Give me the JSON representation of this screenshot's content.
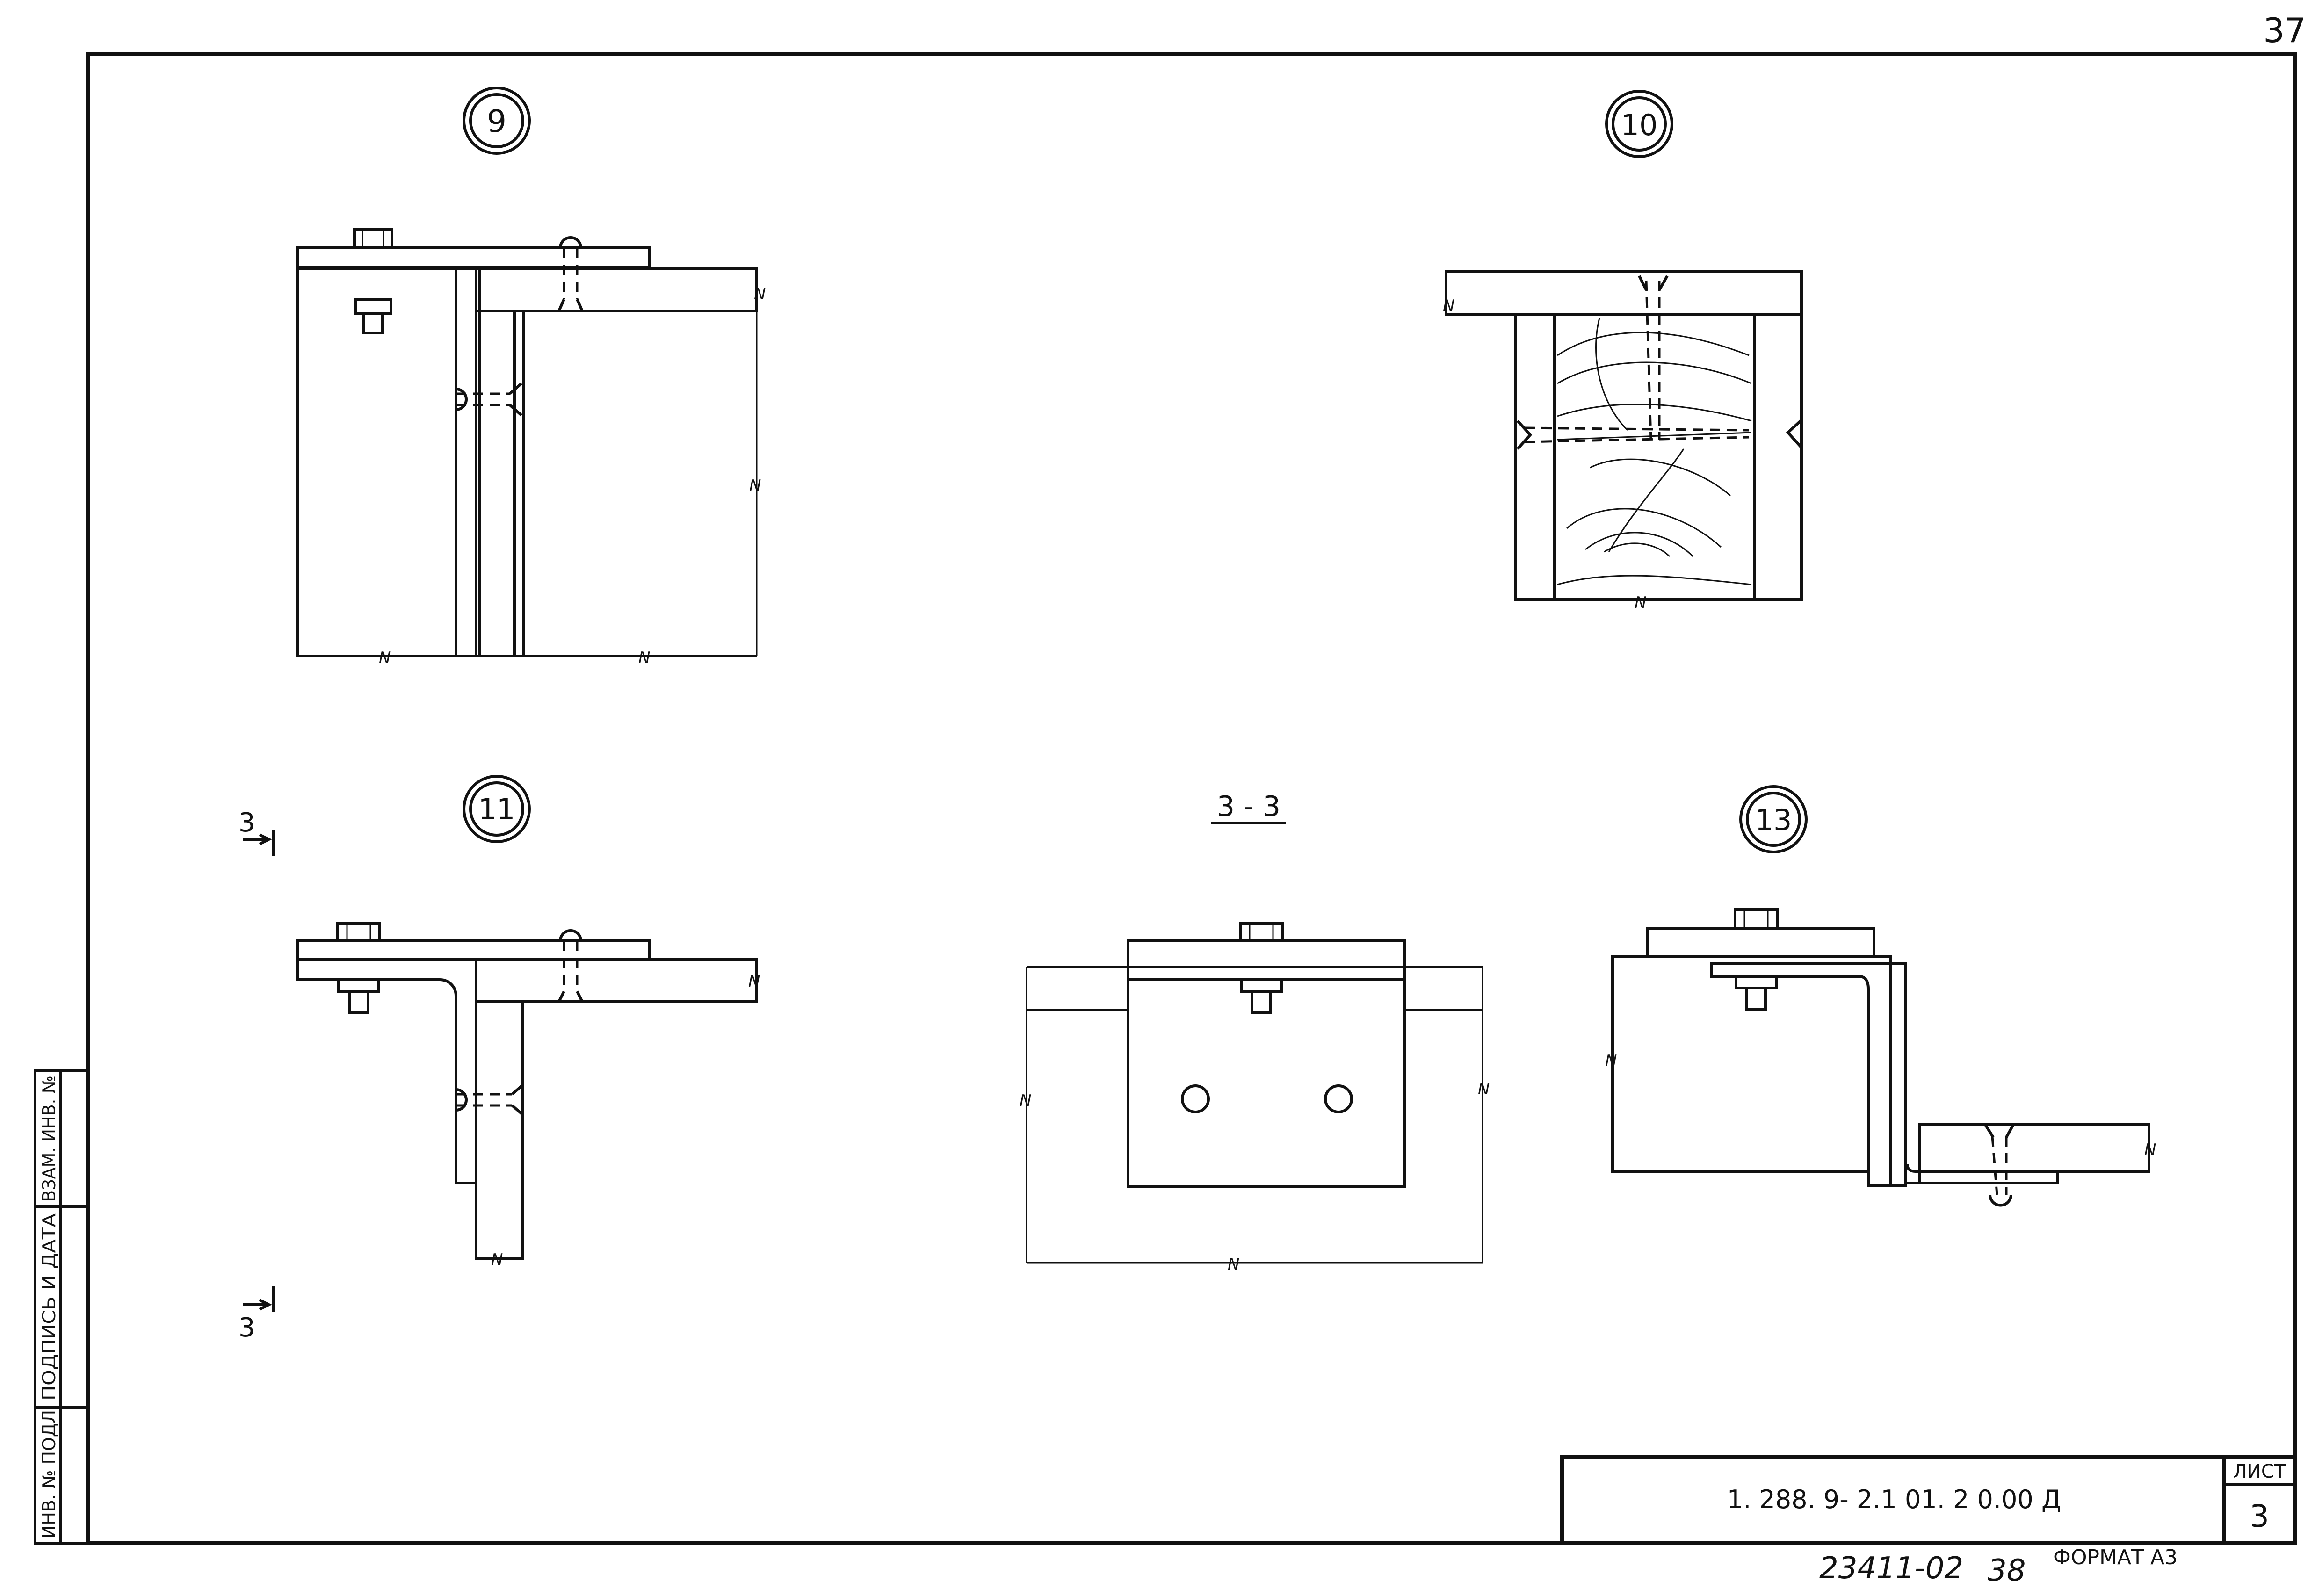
{
  "page_number": "37",
  "details": [
    {
      "id": "detail-9",
      "label": "9"
    },
    {
      "id": "detail-10",
      "label": "10"
    },
    {
      "id": "detail-11",
      "label": "11"
    },
    {
      "id": "detail-13",
      "label": "13"
    }
  ],
  "section": {
    "title": "3 - 3",
    "marker_top": "3",
    "marker_bottom": "3"
  },
  "side_stamp": {
    "col_inv_podl": "ИНВ. № ПОДЛ",
    "col_podpis": "ПОДПИСЬ И ДАТА",
    "col_vzam": "ВЗАМ. ИНВ. №"
  },
  "title_block": {
    "document_code": "1. 288. 9- 2.1 01. 2 0.00 Д",
    "sheet_label": "ЛИСТ",
    "sheet_number": "3"
  },
  "footer": {
    "archive_number": "23411-02",
    "copy_number": "38",
    "format": "ФОРМАТ А3"
  },
  "break_marks": "N"
}
